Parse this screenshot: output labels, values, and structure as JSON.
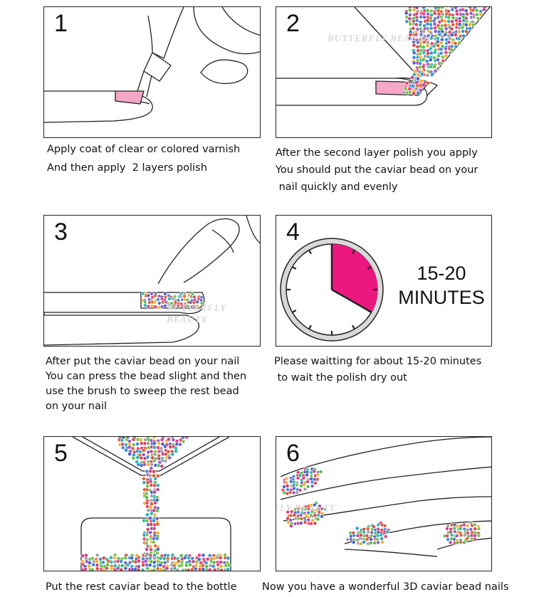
{
  "watermark": "BUTTERFLY BEAUTY",
  "colors": {
    "nail_pink": "#f4a7c6",
    "timer_magenta": "#ec1880",
    "outline": "#222222"
  },
  "steps": [
    {
      "number": "1",
      "caption": [
        "Apply coat of clear or colored varnish",
        "And then apply  2 layers polish"
      ]
    },
    {
      "number": "2",
      "caption": [
        "After the second layer polish you apply",
        "You should put the caviar bead on your",
        " nail quickly and evenly"
      ]
    },
    {
      "number": "3",
      "caption": [
        "After put the caviar bead on your nail",
        "You can press the bead slight and then",
        "use the brush to sweep the rest bead",
        "on your nail"
      ]
    },
    {
      "number": "4",
      "timer_label": [
        "15-20",
        "MINUTES"
      ],
      "caption": [
        "Please waitting for about 15-20 minutes",
        " to wait the polish dry out"
      ]
    },
    {
      "number": "5",
      "caption": [
        "Put the rest caviar bead to the bottle"
      ]
    },
    {
      "number": "6",
      "caption": [
        "Now you have a wonderful 3D caviar bead nails"
      ]
    }
  ]
}
